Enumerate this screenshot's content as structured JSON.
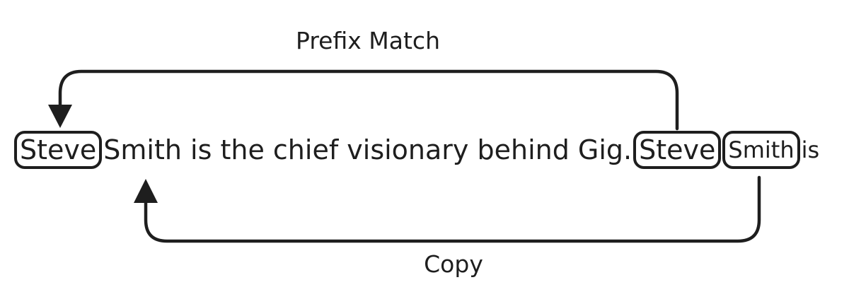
{
  "diagram": {
    "labels": {
      "prefix_match": "Prefix Match",
      "copy": "Copy"
    },
    "tokens": {
      "steve_first": "Steve",
      "sentence": "Smith is the chief visionary behind Gig.",
      "steve_second": "Steve",
      "smith_second": "Smith",
      "is_trailing": "is"
    },
    "arrows": [
      {
        "label": "Prefix Match",
        "from": "steve_second",
        "to": "steve_first",
        "route": "over-top",
        "direction": "right-to-left"
      },
      {
        "label": "Copy",
        "from": "smith_second",
        "to": "smith-in-sentence",
        "route": "under-bottom",
        "direction": "right-to-left"
      }
    ],
    "colors": {
      "ink": "#1e1e1e",
      "background": "#ffffff"
    }
  }
}
